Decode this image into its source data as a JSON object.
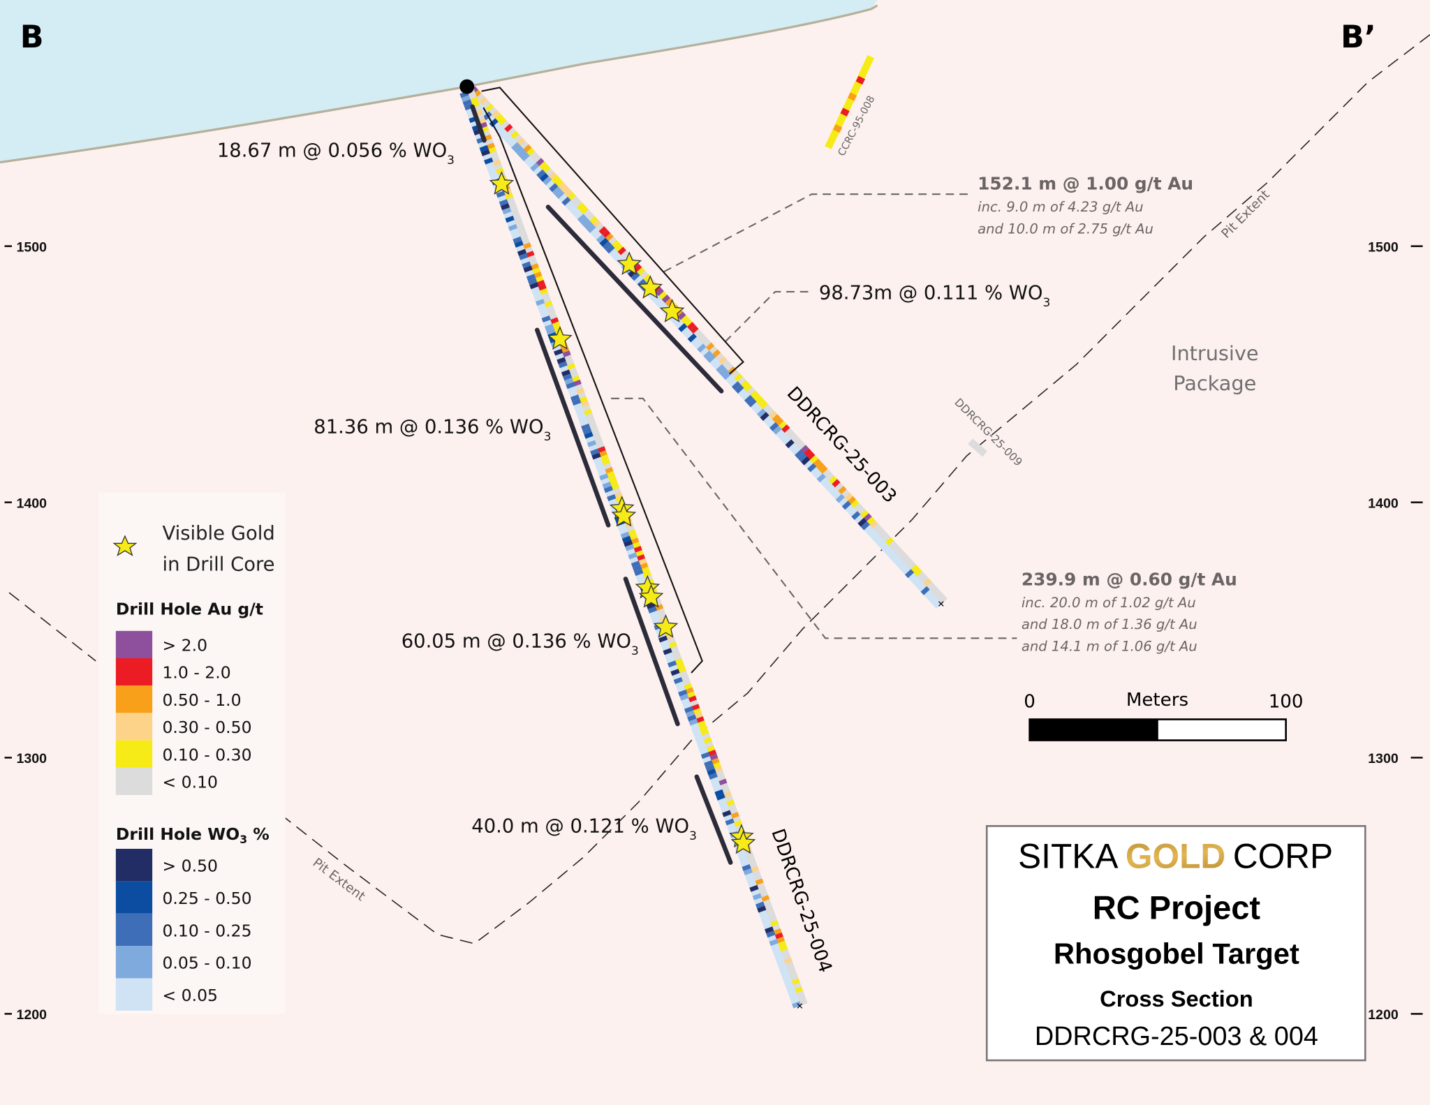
{
  "section": {
    "left": "B",
    "right": "B’"
  },
  "elevations": [
    "1500",
    "1400",
    "1300",
    "1200"
  ],
  "holes": {
    "h003": "DDRCRG-25-003",
    "h004": "DDRCRG-25-004",
    "h008": "CCRC-95-008",
    "h009": "DDRCRG-25-009"
  },
  "pit_label": "Pit Extent",
  "zone_label": [
    "Intrusive",
    "Package"
  ],
  "wo3_intervals": [
    {
      "text": "18.67 m @ 0.056 % WO",
      "sub": "3"
    },
    {
      "text": "98.73m @ 0.111 % WO",
      "sub": "3"
    },
    {
      "text": "81.36 m @ 0.136 % WO",
      "sub": "3"
    },
    {
      "text": "60.05 m @ 0.136 % WO",
      "sub": "3"
    },
    {
      "text": "40.0 m @ 0.121 % WO",
      "sub": "3"
    }
  ],
  "au_intervals": [
    {
      "main": "152.1 m @ 1.00 g/t Au",
      "lines": [
        "inc. 9.0 m of 4.23 g/t Au",
        "and 10.0 m of 2.75 g/t Au"
      ]
    },
    {
      "main": "239.9 m @ 0.60 g/t Au",
      "lines": [
        "inc. 20.0 m of 1.02 g/t Au",
        "and 18.0 m of 1.36 g/t Au",
        "and  14.1 m of 1.06 g/t Au"
      ]
    }
  ],
  "legend": {
    "star_label": [
      "Visible Gold",
      "in Drill Core"
    ],
    "au_title": "Drill Hole Au g/t",
    "au_classes": [
      {
        "label": "> 2.0",
        "color": "#8e4f9d"
      },
      {
        "label": "1.0 - 2.0",
        "color": "#ec1c24"
      },
      {
        "label": "0.50 - 1.0",
        "color": "#f9a01b"
      },
      {
        "label": "0.30 - 0.50",
        "color": "#fdd38a"
      },
      {
        "label": "0.10 - 0.30",
        "color": "#f6eb16"
      },
      {
        "label": "< 0.10",
        "color": "#dcdcdc"
      }
    ],
    "wo3_title": "Drill Hole WO",
    "wo3_title_sub": "3",
    "wo3_title_suffix": " %",
    "wo3_classes": [
      {
        "label": "> 0.50",
        "color": "#222d66"
      },
      {
        "label": "0.25 - 0.50",
        "color": "#0c4da2"
      },
      {
        "label": "0.10 - 0.25",
        "color": "#3f6eb8"
      },
      {
        "label": "0.05 - 0.10",
        "color": "#7faadd"
      },
      {
        "label": "< 0.05",
        "color": "#cfe3f5"
      }
    ]
  },
  "scale_bar": {
    "min": "0",
    "unit": "Meters",
    "max": "100"
  },
  "title_block": {
    "logo_left": "SITKA",
    "logo_gold": "GOLD",
    "logo_right": "CORP",
    "project": "RC Project",
    "target": "Rhosgobel Target",
    "type": "Cross Section",
    "holes": "DDRCRG-25-003 & 004"
  },
  "colors": {
    "sky": "#d4ecf3",
    "ground": "#fdf1ef",
    "star": "#f6eb16",
    "gold": "#c0922f"
  }
}
